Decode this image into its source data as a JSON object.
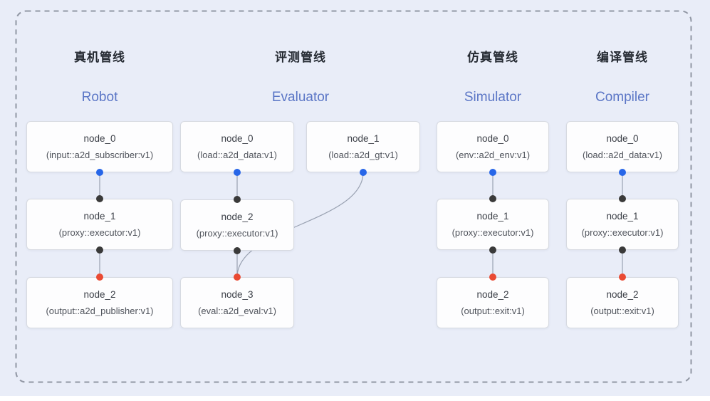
{
  "canvas": {
    "background_color": "#e9edf8",
    "border": "rounded dashed rectangle"
  },
  "pipelines": [
    {
      "title_cn": "真机管线",
      "title_en": "Robot",
      "nodes": [
        {
          "name": "node_0",
          "type": "(input::a2d_subscriber:v1)"
        },
        {
          "name": "node_1",
          "type": "(proxy::executor:v1)"
        },
        {
          "name": "node_2",
          "type": "(output::a2d_publisher:v1)"
        }
      ]
    },
    {
      "title_cn": "评测管线",
      "title_en": "Evaluator",
      "nodes": [
        {
          "name": "node_0",
          "type": "(load::a2d_data:v1)"
        },
        {
          "name": "node_1",
          "type": "(load::a2d_gt:v1)"
        },
        {
          "name": "node_2",
          "type": "(proxy::executor:v1)"
        },
        {
          "name": "node_3",
          "type": "(eval::a2d_eval:v1)"
        }
      ]
    },
    {
      "title_cn": "仿真管线",
      "title_en": "Simulator",
      "nodes": [
        {
          "name": "node_0",
          "type": "(env::a2d_env:v1)"
        },
        {
          "name": "node_1",
          "type": "(proxy::executor:v1)"
        },
        {
          "name": "node_2",
          "type": "(output::exit:v1)"
        }
      ]
    },
    {
      "title_cn": "编译管线",
      "title_en": "Compiler",
      "nodes": [
        {
          "name": "node_0",
          "type": "(load::a2d_data:v1)"
        },
        {
          "name": "node_1",
          "type": "(proxy::executor:v1)"
        },
        {
          "name": "node_2",
          "type": "(output::exit:v1)"
        }
      ]
    }
  ],
  "edges": [
    {
      "from": "Robot.node_0",
      "to": "Robot.node_1"
    },
    {
      "from": "Robot.node_1",
      "to": "Robot.node_2"
    },
    {
      "from": "Evaluator.node_0",
      "to": "Evaluator.node_2"
    },
    {
      "from": "Evaluator.node_1",
      "to": "Evaluator.node_3"
    },
    {
      "from": "Evaluator.node_2",
      "to": "Evaluator.node_3"
    },
    {
      "from": "Simulator.node_0",
      "to": "Simulator.node_1"
    },
    {
      "from": "Simulator.node_1",
      "to": "Simulator.node_2"
    },
    {
      "from": "Compiler.node_0",
      "to": "Compiler.node_1"
    },
    {
      "from": "Compiler.node_1",
      "to": "Compiler.node_2"
    }
  ],
  "colors": {
    "background": "#e9edf8",
    "node_background": "#fdfdfe",
    "node_border": "#d7dae1",
    "edge_line": "#99a1b1",
    "dashed_border": "#9197a4",
    "source_handle_dot": "#2766e8",
    "mid_handle_dot": "#3a3a3a",
    "target_handle_dot": "#ea4a33",
    "title_cn_color": "#262b33",
    "title_en_color": "#5b76c6"
  }
}
